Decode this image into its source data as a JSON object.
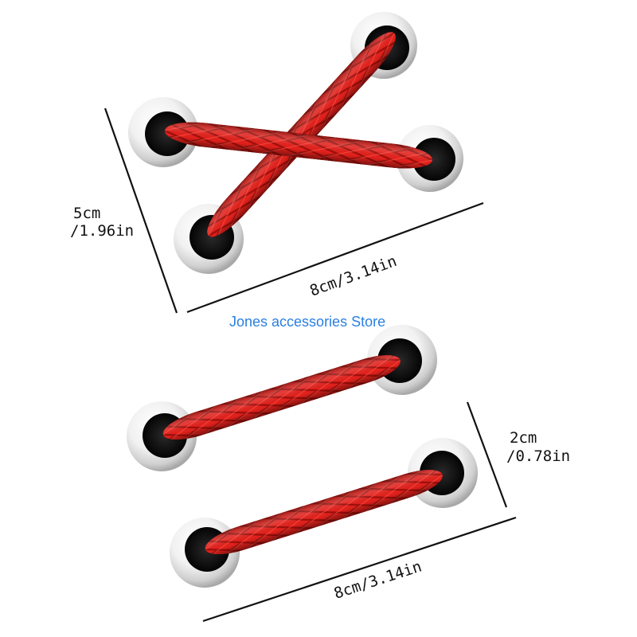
{
  "watermark": {
    "text": "Jones accessories Store",
    "color": "#2a7fe0"
  },
  "colors": {
    "lace": "#e01b17",
    "lace_dark": "#8a0c08",
    "eyelet_rim": "#e8e8e8",
    "eyelet_hole": "#111111",
    "line": "#111111"
  },
  "top_set": {
    "height_label": {
      "line1": "5cm",
      "line2": "/1.96in"
    },
    "width_label": "8cm/3.14in"
  },
  "bottom_set": {
    "height_label": {
      "line1": "2cm",
      "line2": "/0.78in"
    },
    "width_label": "8cm/3.14in"
  }
}
